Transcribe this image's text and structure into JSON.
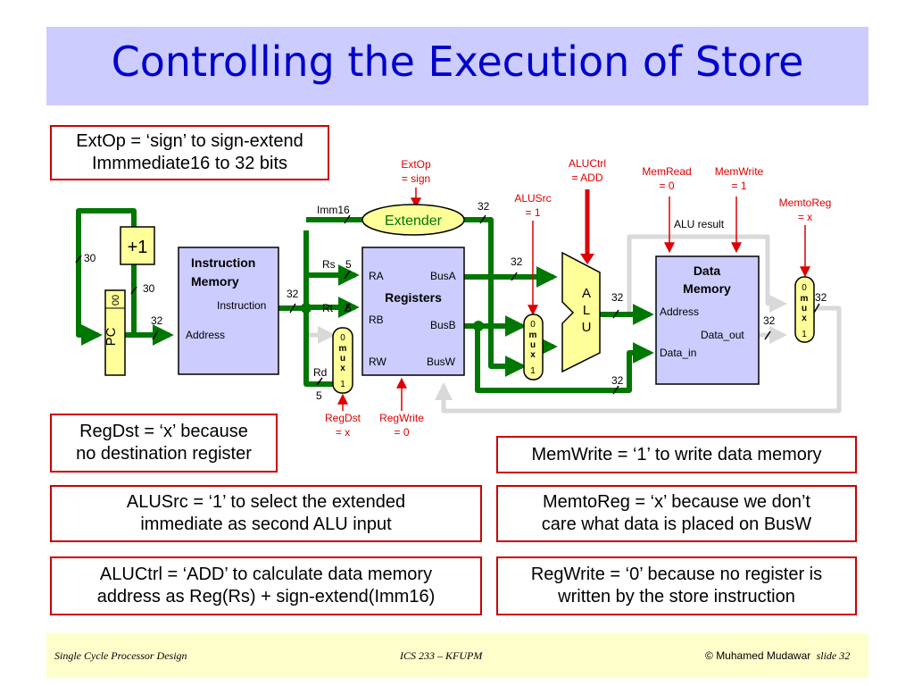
{
  "title": "Controlling the Execution of Store",
  "notes": {
    "extop": [
      "ExtOp = ‘sign’ to sign-extend",
      "Immmediate16 to 32 bits"
    ],
    "regdst": [
      "RegDst = ‘x’ because",
      "no destination register"
    ],
    "memwrite": "MemWrite = ‘1’ to write data memory",
    "alusrc": [
      "ALUSrc = ‘1’ to select the extended",
      "immediate as second ALU input"
    ],
    "memtoreg": [
      "MemtoReg = ‘x’ because we don’t",
      "care what data is placed on BusW"
    ],
    "aluctrl": [
      "ALUCtrl = ‘ADD’ to calculate data memory",
      "address as Reg(Rs) + sign-extend(Imm16)"
    ],
    "regwrite": [
      "RegWrite = ‘0’ because no register is",
      "written by the store instruction"
    ]
  },
  "diagram": {
    "pc": "PC",
    "pc_low": "00",
    "incr": "+1",
    "imem": {
      "title_1": "Instruction",
      "title_2": "Memory",
      "instruction": "Instruction",
      "address": "Address"
    },
    "regs": {
      "title": "Registers",
      "ra": "RA",
      "rb": "RB",
      "rw": "RW",
      "busa": "BusA",
      "busb": "BusB",
      "busw": "BusW"
    },
    "extender": "Extender",
    "alu": [
      "A",
      "L",
      "U"
    ],
    "dmem": {
      "title_1": "Data",
      "title_2": "Memory",
      "address": "Address",
      "data_in": "Data_in",
      "data_out": "Data_out"
    },
    "mux": [
      "0",
      "m",
      "u",
      "x",
      "1"
    ],
    "wires": {
      "imm16": "Imm16",
      "rs": "Rs",
      "rt": "Rt",
      "rd": "Rd",
      "alu_result": "ALU result"
    },
    "widths": {
      "w30": "30",
      "w32": "32",
      "w5": "5"
    },
    "controls": {
      "extop": [
        "ExtOp",
        "= sign"
      ],
      "aluctrl": [
        "ALUCtrl",
        "= ADD"
      ],
      "alusrc": [
        "ALUSrc",
        "= 1"
      ],
      "memread": [
        "MemRead",
        "= 0"
      ],
      "memwrite": [
        "MemWrite",
        "= 1"
      ],
      "memtoreg": [
        "MemtoReg",
        "= x"
      ],
      "regdst": [
        "RegDst",
        "= x"
      ],
      "regwrite": [
        "RegWrite",
        "= 0"
      ]
    }
  },
  "footer": {
    "left": "Single Cycle Processor Design",
    "center": "ICS 233 – KFUPM",
    "right_symbol": "©",
    "right_name": "Muhamed Mudawar",
    "right_slide": "slide 32"
  },
  "colors": {
    "active_wire": "#007700",
    "inactive_wire": "#d9d9d9",
    "control": "#dd0000",
    "title": "#0000cc",
    "block": "#ccccff",
    "yellow": "#ffff99"
  }
}
